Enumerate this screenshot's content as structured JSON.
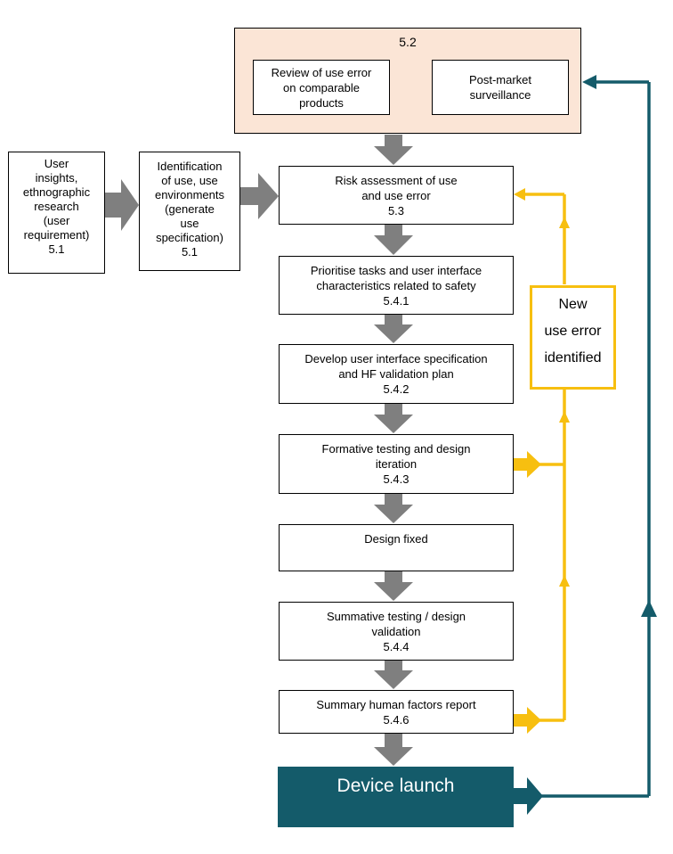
{
  "top_group": {
    "label": "5.2",
    "review": "Review of use error\non comparable\nproducts",
    "postmarket": "Post-market\nsurveillance"
  },
  "left": {
    "user_insights": "User\ninsights,\nethnographic\nresearch\n(user\nrequirement)",
    "user_insights_ref": "5.1",
    "identification": "Identification\nof use, use\nenvironments\n(generate\nuse\nspecification)",
    "identification_ref": "5.1"
  },
  "steps": [
    {
      "title": "Risk assessment of use\nand use error",
      "ref": "5.3"
    },
    {
      "title": "Prioritise tasks and user interface\ncharacteristics related to safety",
      "ref": "5.4.1"
    },
    {
      "title": "Develop user interface specification\nand HF validation plan",
      "ref": "5.4.2"
    },
    {
      "title": "Formative testing and design\niteration",
      "ref": "5.4.3"
    },
    {
      "title": "Design fixed",
      "ref": ""
    },
    {
      "title": "Summative testing / design\nvalidation",
      "ref": "5.4.4"
    },
    {
      "title": "Summary human factors report",
      "ref": "5.4.6"
    }
  ],
  "launch": "Device launch",
  "feedback": "New\nuse error\nidentified",
  "colors": {
    "grey_arrow": "#7f7f7f",
    "yellow": "#f7bf10",
    "teal": "#145b6a",
    "peach": "#fbe5d6"
  }
}
